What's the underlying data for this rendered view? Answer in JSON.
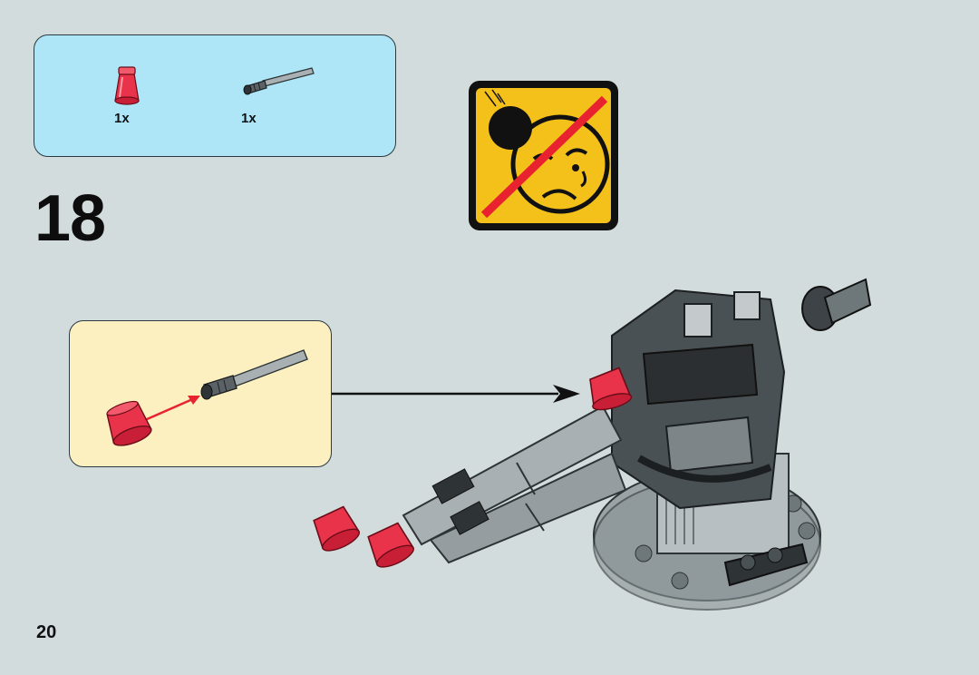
{
  "step": {
    "number": "18"
  },
  "parts_list": {
    "items": [
      {
        "part": "trans-red-cone",
        "quantity": "1x"
      },
      {
        "part": "gray-shooter-bar",
        "quantity": "1x"
      }
    ]
  },
  "warning": {
    "icon": "no-shooting-at-face-warning-icon"
  },
  "page": {
    "number": "20"
  },
  "colors": {
    "parts_box": "#aee6f8",
    "subassembly_box": "#fdf0c0",
    "background": "#d3dcdc",
    "warning_yellow": "#f4c01a",
    "trans_red": "#e8334a"
  }
}
